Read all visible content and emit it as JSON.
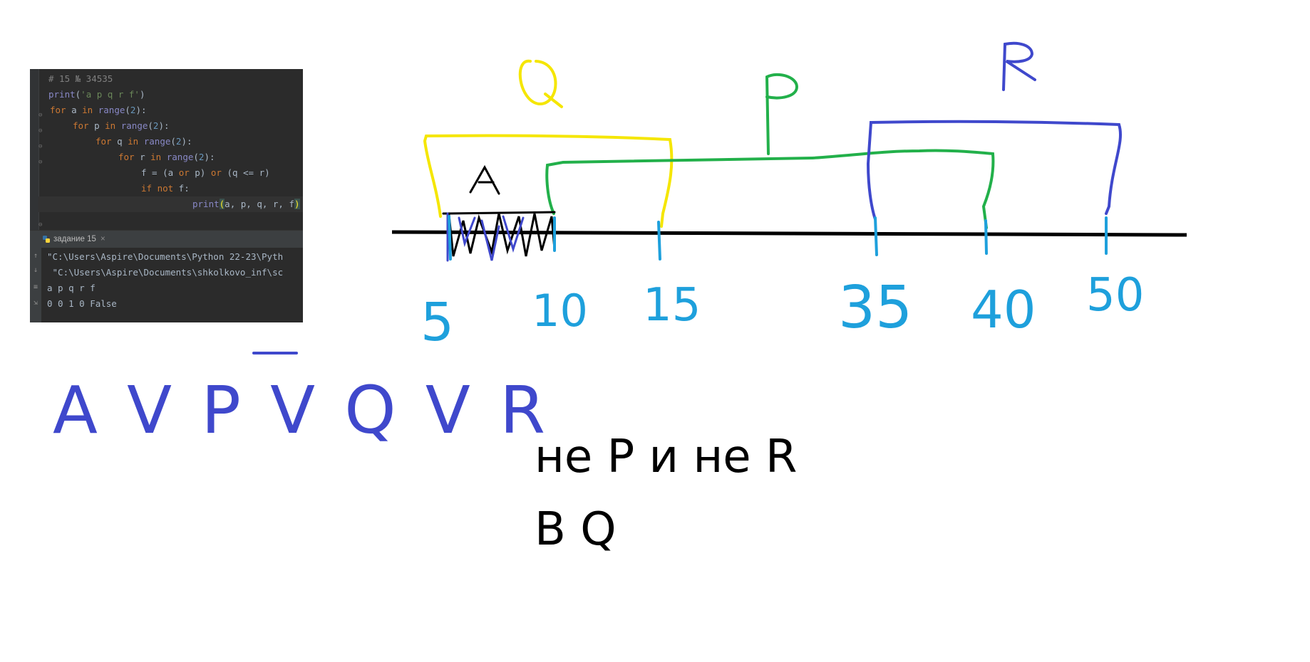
{
  "ide": {
    "code_lines": [
      "# 15 № 34535",
      "print('a p q r f')",
      "for a in range(2):",
      "    for p in range(2):",
      "        for q in range(2):",
      "            for r in range(2):",
      "                f = (a or p) or (q <= r)",
      "                if not f:",
      "                    print(a, p, q, r, f)"
    ],
    "run_tab_label": "задание 15",
    "run_tab_close": "×",
    "output_lines": [
      "\"C:\\Users\\Aspire\\Documents\\Python 22-23\\Pyth",
      " \"C:\\Users\\Aspire\\Documents\\shkolkovo_inf\\sc",
      "a p q r f",
      "0 0 1 0 False"
    ]
  },
  "diagram": {
    "labels": {
      "q_set": "Q",
      "p_set": "P",
      "r_set": "R",
      "a_set": "A"
    },
    "axis_ticks": [
      "5",
      "10",
      "15",
      "35",
      "40",
      "50"
    ],
    "formula": "A V P V Q V R",
    "colors": {
      "q": "#f5e600",
      "p": "#22b04a",
      "r": "#3f48cc",
      "a": "#000000",
      "ticks": "#1ea0dc",
      "formula": "#3f48cc",
      "axis": "#000000"
    }
  },
  "caption": {
    "line1": "не P и не R",
    "line2": "B Q"
  }
}
